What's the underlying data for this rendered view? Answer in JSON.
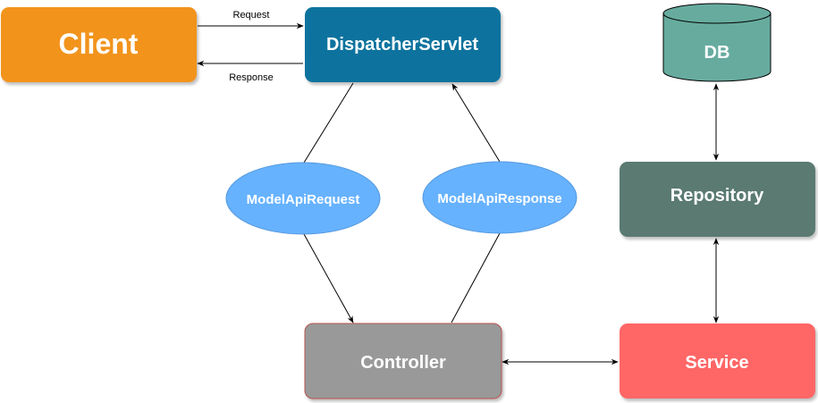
{
  "nodes": {
    "client": {
      "label": "Client",
      "fill": "#F2931E",
      "stroke": "#D6801A"
    },
    "dispatcher": {
      "label": "DispatcherServlet",
      "fill": "#10739E",
      "stroke": "#0E6488"
    },
    "db": {
      "label": "DB",
      "fill": "#67AB9F",
      "stroke": "#000000"
    },
    "model_request": {
      "label": "ModelApiRequest",
      "fill": "#66B2FF",
      "stroke": "#5599DD"
    },
    "model_response": {
      "label": "ModelApiResponse",
      "fill": "#66B2FF",
      "stroke": "#5599DD"
    },
    "repository": {
      "label": "Repository",
      "fill": "#5A7A72",
      "stroke": "#4A6860"
    },
    "controller": {
      "label": "Controller",
      "fill": "#999999",
      "stroke": "#B85450"
    },
    "service": {
      "label": "Service",
      "fill": "#FF6666",
      "stroke": "#E05555"
    }
  },
  "edges": {
    "request_label": "Request",
    "response_label": "Response"
  }
}
